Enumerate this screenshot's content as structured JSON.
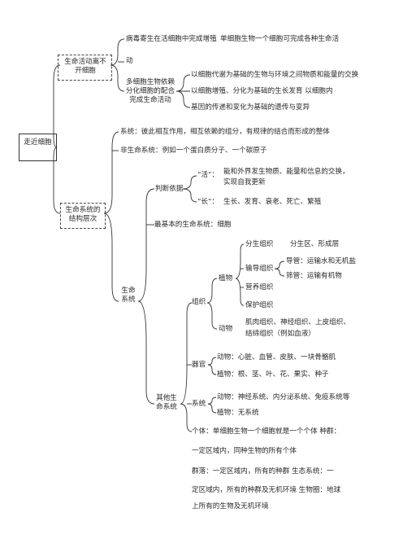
{
  "root": "走近细胞",
  "b1": {
    "label": "生命活动离不开细胞",
    "virus": "病毒寄生在活细胞中完成增殖",
    "single_a": "单细胞生物一个细胞可完成各种生命活",
    "single_b": "动",
    "multi_label": "多细胞生物依赖分化细胞的配合完成生命活动",
    "multi_items": [
      "以细胞代谢为基础的生物与环境之间物质和能量的交换",
      "以细胞增殖、分化为基础的生长发育 以细胞内",
      "基因的传递和变化为基础的遗传与变异"
    ]
  },
  "b2": {
    "label": "生命系统的结构层次",
    "system_def": "系统：彼此相互作用，相互依赖的组分，有规律的结合而形成的整体",
    "non_life": "非生命系统：例如一个蛋白质分子、一个碳原子",
    "life": {
      "label": "生命系统",
      "criteria": {
        "label": "判断依据",
        "alive_key": "“活”：",
        "alive_a": "能和外界发生物质、能量和信息的交换，",
        "alive_b": "实现自我更新",
        "grow_key": "“长”：",
        "grow_val": "生长、发育、衰老、死亡、繁殖"
      },
      "basic": "最基本的生命系统：细胞",
      "others": {
        "label": "其他生命系统",
        "tissue": {
          "label": "组织",
          "plant": {
            "label": "植物",
            "meristem": "分生组织",
            "meristem_loc": "分生区、形成层",
            "conduct": "输导组织",
            "vessel": "导管：运输水和无机盐",
            "sieve": "筛管：运输有机物",
            "nutri": "营养组织",
            "protect": "保护组织"
          },
          "animal": {
            "label": "动物",
            "a": "肌肉组织、神经组织、上皮组织、",
            "b": "结缔组织（例如血液）"
          }
        },
        "organ": {
          "label": "器官",
          "animal": "动物：心脏、血管、皮肤、一块骨骼肌",
          "plant": "植物：根、茎、叶、花、果实、种子"
        },
        "system": {
          "label": "系统",
          "animal": "动物：神经系统、内分泌系统、免疫系统等",
          "plant": "植物：无系统"
        },
        "texts": [
          "个体：单细胞生物一个细胞就是一个个体 种群：",
          "一定区域内，同种生物的所有个体",
          "群落：一定区域内，所有的种群 生态系统：一",
          "定区域内，所有的种群及无机环境 生物圈：地球",
          "上所有的生物及无机环境"
        ]
      }
    }
  }
}
